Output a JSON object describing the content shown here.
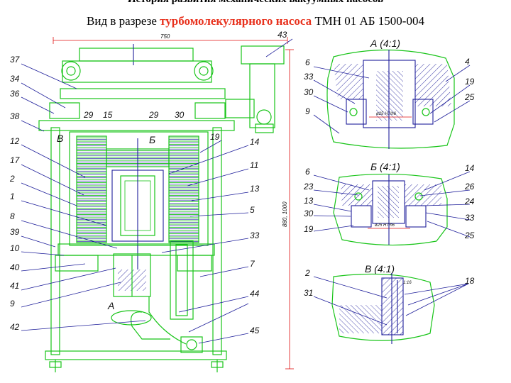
{
  "header": {
    "title": "История развития механических вакуумных насосов",
    "subtitle_prefix": "Вид в разрезе ",
    "subtitle_highlight": "турбомолекулярного   насоса",
    "subtitle_suffix": " ТМН 01 АБ 1500-004"
  },
  "main_view": {
    "labels_left": [
      "37",
      "34",
      "36",
      "38",
      "12",
      "17",
      "2",
      "1",
      "8",
      "39",
      "10",
      "40",
      "41",
      "9",
      "42"
    ],
    "labels_right": [
      "43",
      "19",
      "14",
      "11",
      "13",
      "5",
      "33",
      "7",
      "44",
      "45"
    ],
    "labels_inner": [
      "29",
      "15",
      "29",
      "30",
      "В",
      "Б",
      "А"
    ],
    "dim_top": "750",
    "dim_right": "880, 1000"
  },
  "details": [
    {
      "title": "А (4:1)",
      "labels_left": [
        "6",
        "33",
        "30",
        "9"
      ],
      "labels_right": [
        "4",
        "19",
        "25"
      ],
      "dim": "ø25 H7/h6"
    },
    {
      "title": "Б (4:1)",
      "labels_left": [
        "6",
        "23",
        "13",
        "30",
        "19"
      ],
      "labels_right": [
        "14",
        "26",
        "24",
        "33",
        "25"
      ],
      "dim": "ø25 H7/h6"
    },
    {
      "title": "В (4:1)",
      "labels_left": [
        "2",
        "31"
      ],
      "labels_right": [
        "18"
      ],
      "dim": "1:16"
    }
  ],
  "colors": {
    "outline": "#18c418",
    "annotation": "#1e1e9a",
    "highlight": "#e8321e",
    "dimension": "#e01010"
  }
}
